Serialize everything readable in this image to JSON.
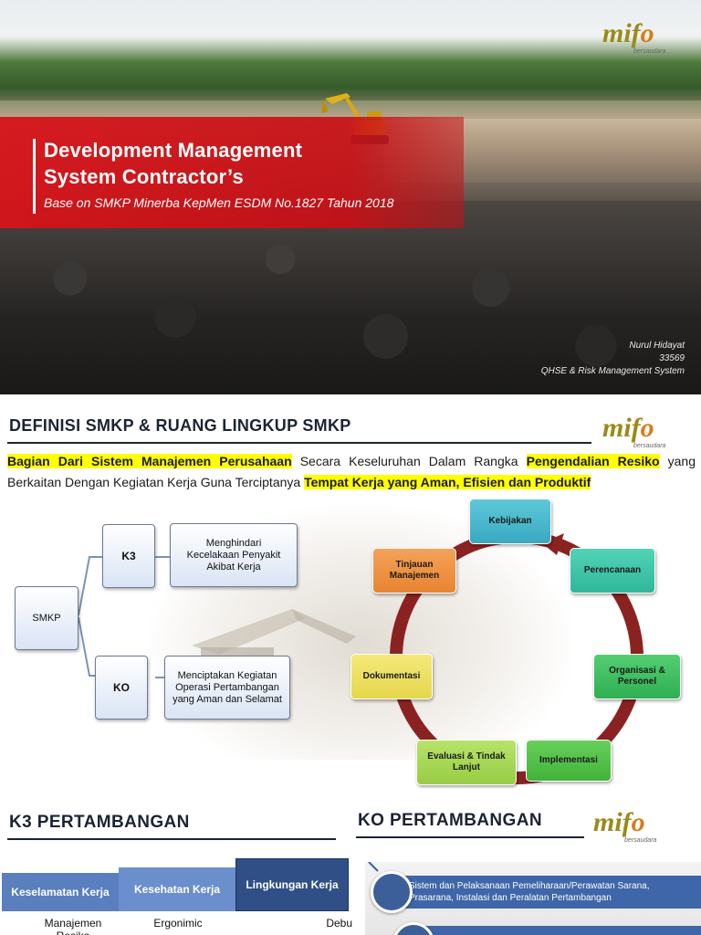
{
  "slide1": {
    "title_line1": "Development Management",
    "title_line2": "System Contractor’s",
    "subtitle": "Base on SMKP Minerba KepMen ESDM No.1827 Tahun 2018",
    "author_name": "Nurul Hidayat",
    "author_id": "33569",
    "author_dept": "QHSE & Risk Management System"
  },
  "logo": {
    "word_a": "mif",
    "word_b": "o",
    "tagline": "bersaudara"
  },
  "colors": {
    "banner_red": "#d6141a",
    "navy": "#1b2433",
    "highlight": "#ffff00",
    "cycle_arrow": "#8b2222"
  },
  "slide2": {
    "heading": "DEFINISI SMKP & RUANG LINGKUP SMKP",
    "para": {
      "hl1": "Bagian Dari Sistem Manajemen Perusahaan",
      "t1": " Secara Keseluruhan Dalam Rangka ",
      "hl2": "Pengendalian Resiko",
      "t2": " yang Berkaitan Dengan Kegiatan Kerja Guna Terciptanya ",
      "hl3": "Tempat Kerja yang Aman, Efisien dan Produktif"
    },
    "tree": {
      "root": "SMKP",
      "k3": "K3",
      "k3_desc": "Menghindari Kecelakaan Penyakit Akibat Kerja",
      "ko": "KO",
      "ko_desc": "Menciptakan Kegiatan Operasi Pertambangan yang Aman dan Selamat"
    },
    "cycle": {
      "kebijakan": "Kebijakan",
      "perencanaan": "Perencanaan",
      "organisasi": "Organisasi & Personel",
      "implementasi": "Implementasi",
      "evaluasi": "Evaluasi & Tindak Lanjut",
      "dokumentasi": "Dokumentasi",
      "tinjauan": "Tinjauan Manajemen"
    }
  },
  "slide3": {
    "heading_k3": "K3 PERTAMBANGAN",
    "heading_ko": "KO PERTAMBANGAN",
    "table": {
      "headers": [
        "Keselamatan Kerja",
        "Kesehatan Kerja",
        "Lingkungan Kerja"
      ],
      "row1": [
        "Manajemen Resiko",
        "Ergonimic",
        "Debu"
      ]
    },
    "ko_items": [
      "Sistem dan Pelaksanaan Pemeliharaan/Perawatan Sarana, Prasarana, Instalasi dan Peralatan Pertambangan"
    ]
  }
}
